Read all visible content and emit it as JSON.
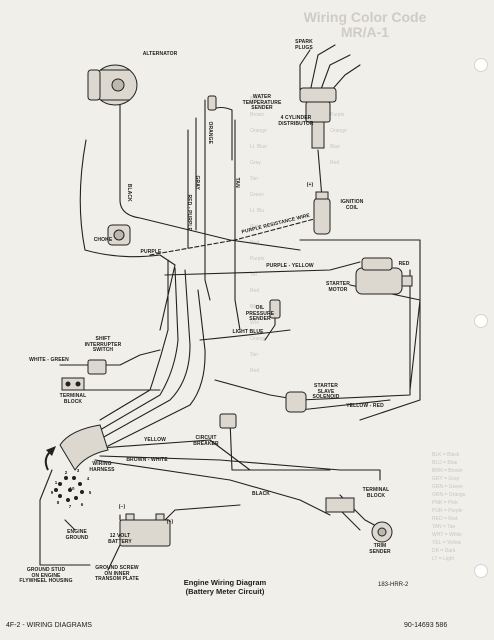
{
  "background_text": {
    "title": "Wiring Color Code\nMR/A-1",
    "rows": [
      "Black",
      "Brown",
      "Orange",
      "Lt. Blue",
      "Gray",
      "Tan",
      "Green",
      "Lt. Blu",
      "Pink",
      "Red",
      "Purple",
      "Yel",
      "Red",
      "Blk",
      "Wht",
      "Orange",
      "Tan",
      "Red"
    ],
    "right_col": [
      "Purple",
      "Orange",
      "Blue",
      "Red"
    ],
    "side_col": [
      "BLK = Black",
      "BLU = Blue",
      "BRN = Brown",
      "GRY = Gray",
      "GRN = Green",
      "ORN = Orange",
      "PNK = Pink",
      "PUR = Purple",
      "RED = Red",
      "TAN = Tan",
      "WHT = White",
      "YEL = Yellow",
      "DK = Dark",
      "LT = Light"
    ]
  },
  "labels": {
    "alternator": "ALTERNATOR",
    "spark_plugs": "SPARK\nPLUGS",
    "water_temp_sender": "WATER\nTEMPERATURE\nSENDER",
    "distributor": "4 CYLINDER\nDISTRIBUTOR",
    "ignition_coil": "IGNITION\nCOIL",
    "choke": "CHOKE",
    "starter_motor": "STARTER\nMOTOR",
    "oil_pressure_sender": "OIL\nPRESSURE\nSENDER",
    "shift_interrupter_switch": "SHIFT\nINTERRUPTER\nSWITCH",
    "terminal_block_left": "TERMINAL\nBLOCK",
    "starter_slave_solenoid": "STARTER\nSLAVE\nSOLENOID",
    "circuit_breaker": "CIRCUIT\nBREAKER",
    "wiring_harness": "WIRING\nHARNESS",
    "engine_ground": "ENGINE\nGROUND",
    "battery": "12 VOLT\nBATTERY",
    "terminal_block_right": "TERMINAL\nBLOCK",
    "trim_sender": "TRIM\nSENDER",
    "ground_stud": "GROUND STUD\nON ENGINE\nFLYWHEEL HOUSING",
    "ground_screw": "GROUND SCREW\nON INNER\nTRANSOM PLATE",
    "plus_top": "(+)",
    "minus_battery": "(−)",
    "plus_battery": "(+)",
    "harness_pins": [
      "1",
      "2",
      "3",
      "4",
      "5",
      "6",
      "7",
      "8",
      "9",
      "10"
    ]
  },
  "wire_labels": {
    "black": "BLACK",
    "gray": "GRAY",
    "orange": "ORANGE",
    "tan": "TAN",
    "red_purple": "RED - PURPLE",
    "purple": "PURPLE",
    "resistance_wire": "PURPLE RESISTANCE WIRE",
    "purple_yellow": "PURPLE - YELLOW",
    "red": "RED",
    "yellow_red": "YELLOW - RED",
    "white_green": "WHITE - GREEN",
    "light_blue": "LIGHT BLUE",
    "brown_white": "BROWN - WHITE",
    "yellow": "YELLOW"
  },
  "caption": {
    "title": "Engine Wiring Diagram",
    "subtitle": "(Battery Meter Circuit)",
    "figure_code": "183-HRR-2"
  },
  "footer": {
    "section": "4F-2 - WIRING DIAGRAMS",
    "doc_number": "90-14693 586"
  }
}
